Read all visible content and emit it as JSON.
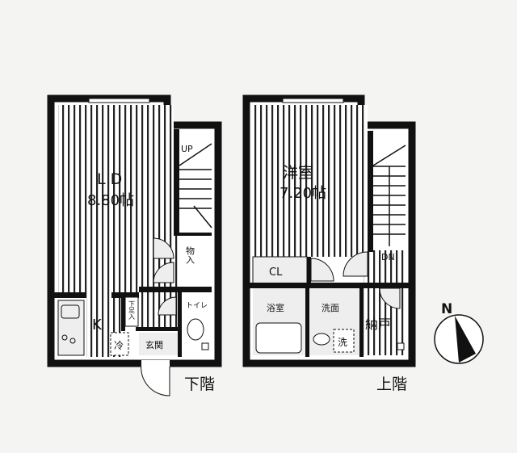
{
  "lower_floor": {
    "title": "下階",
    "ld_label": "L D",
    "ld_size": "8.80帖",
    "kitchen_label": "K",
    "up_label": "UP",
    "storage_label": "物入",
    "shoe_storage_label": "下足入",
    "toilet_label": "トイレ",
    "fridge_label": "冷",
    "entrance_label": "玄関"
  },
  "upper_floor": {
    "title": "上階",
    "room_label": "洋室",
    "room_size": "7.20帖",
    "closet_label": "CL",
    "down_label": "DN",
    "bath_label": "浴室",
    "washroom_label": "洗面",
    "washer_label": "洗",
    "storeroom_label": "納戸"
  },
  "compass": {
    "north_label": "N"
  },
  "colors": {
    "wall": "#111111",
    "floor": "#ffffff",
    "background": "#f4f4f2"
  }
}
